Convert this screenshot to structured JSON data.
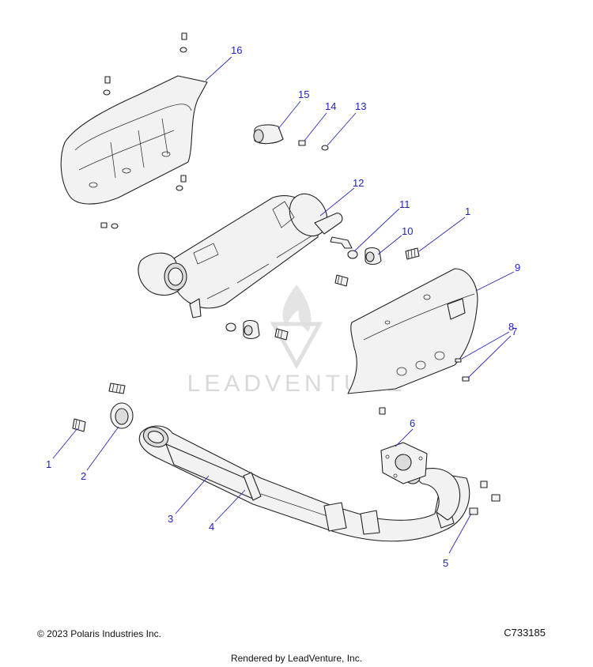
{
  "diagram": {
    "callouts": [
      {
        "id": "callout-16",
        "label": "16"
      },
      {
        "id": "callout-15",
        "label": "15"
      },
      {
        "id": "callout-14",
        "label": "14"
      },
      {
        "id": "callout-13",
        "label": "13"
      },
      {
        "id": "callout-12",
        "label": "12"
      },
      {
        "id": "callout-11",
        "label": "11"
      },
      {
        "id": "callout-10",
        "label": "10"
      },
      {
        "id": "callout-1a",
        "label": "1"
      },
      {
        "id": "callout-9",
        "label": "9"
      },
      {
        "id": "callout-8",
        "label": "8"
      },
      {
        "id": "callout-7",
        "label": "7"
      },
      {
        "id": "callout-6",
        "label": "6"
      },
      {
        "id": "callout-1b",
        "label": "1"
      },
      {
        "id": "callout-2",
        "label": "2"
      },
      {
        "id": "callout-3",
        "label": "3"
      },
      {
        "id": "callout-4",
        "label": "4"
      },
      {
        "id": "callout-5",
        "label": "5"
      }
    ],
    "watermark": "LEADVENTURE"
  },
  "footer": {
    "copyright": "© 2023 Polaris Industries Inc.",
    "drawing_code": "C733185",
    "rendered_by": "Rendered by LeadVenture, Inc."
  },
  "colors": {
    "callout": "#1f1fc8",
    "leader": "#2b2bb3",
    "line": "#222222",
    "watermark": "#d9d9d9"
  }
}
